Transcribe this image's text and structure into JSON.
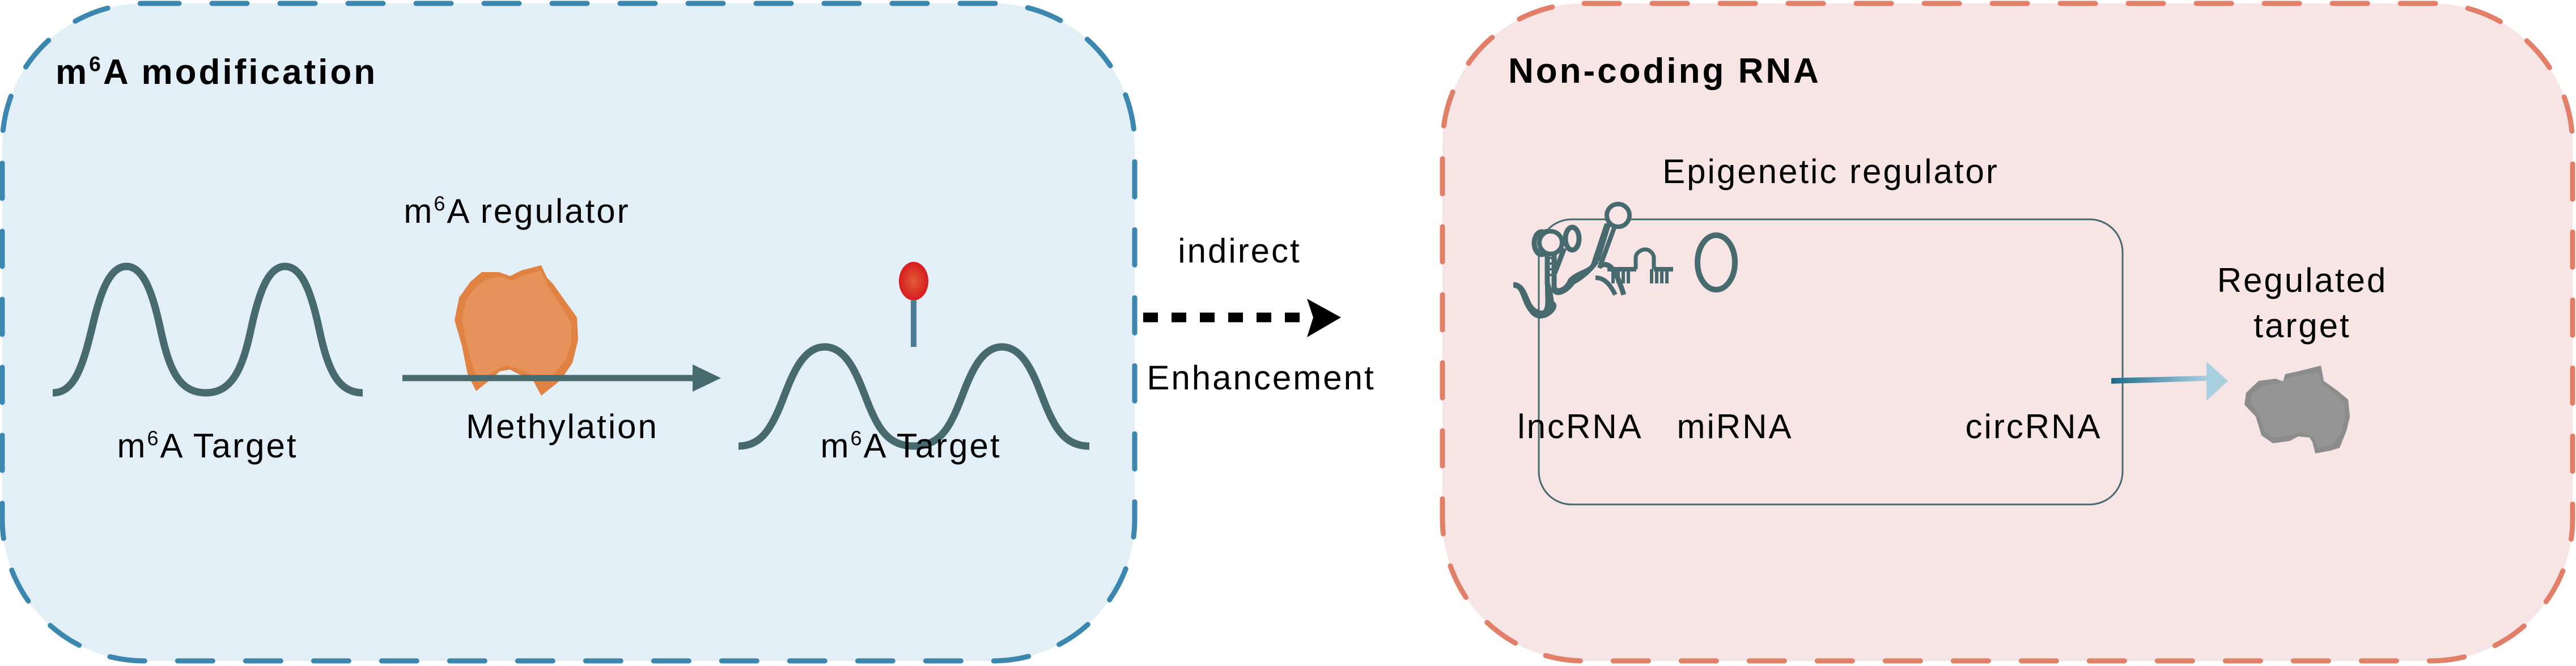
{
  "left_panel": {
    "title_prefix": "m",
    "title_sup": "6",
    "title_suffix": "A modification",
    "regulator_label_prefix": "m",
    "regulator_label_sup": "6",
    "regulator_label_suffix": "A regulator",
    "process_label": "Methylation",
    "target_before_prefix": "m",
    "target_before_sup": "6",
    "target_before_suffix": "A Target",
    "target_after_prefix": "m",
    "target_after_sup": "6",
    "target_after_suffix": "A Target",
    "fill_color": "#e2eff7",
    "border_color": "#3b87b0"
  },
  "connector": {
    "top_label": "indirect",
    "bottom_label": "Enhancement"
  },
  "right_panel": {
    "title": "Non-coding RNA",
    "regulator_group_label": "Epigenetic regulator",
    "rna_types": [
      {
        "name": "lncRNA",
        "icon": "lncrna-hairpin-icon"
      },
      {
        "name": "miRNA",
        "icon": "mirna-duplex-icon"
      },
      {
        "name": "circRNA",
        "icon": "circrna-ring-icon"
      }
    ],
    "target_label_line1": "Regulated",
    "target_label_line2": "target",
    "fill_color": "#f7e4e4",
    "border_color": "#e27f68"
  },
  "colors": {
    "rna_strand": "#466a6d",
    "regulator_protein": "#e38a4a",
    "methyl_mark": "#dd3a25",
    "target_protein": "#8f9090",
    "arrow_gradient_start": "#1f6a89",
    "arrow_gradient_end": "#a8d0e0"
  }
}
